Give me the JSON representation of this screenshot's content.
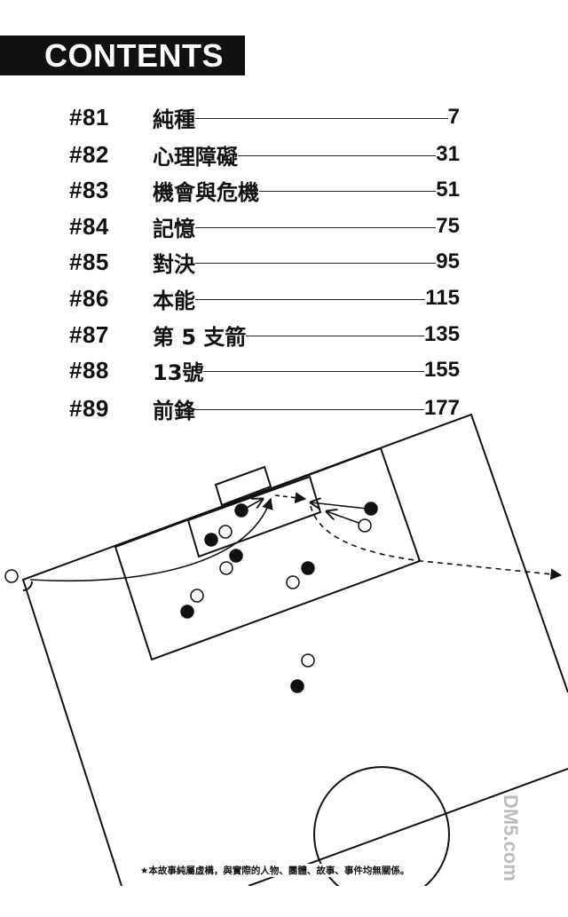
{
  "header": {
    "title": "CONTENTS"
  },
  "chapters": [
    {
      "num": "#81",
      "title": "純種",
      "page": "7"
    },
    {
      "num": "#82",
      "title": "心理障礙",
      "page": "31"
    },
    {
      "num": "#83",
      "title": "機會與危機",
      "page": "51"
    },
    {
      "num": "#84",
      "title": "記憶",
      "page": "75"
    },
    {
      "num": "#85",
      "title": "對決",
      "page": "95"
    },
    {
      "num": "#86",
      "title": "本能",
      "page": "115"
    },
    {
      "num": "#87",
      "title": "第 5 支箭",
      "page": "135"
    },
    {
      "num": "#88",
      "title": "13號",
      "page": "155"
    },
    {
      "num": "#89",
      "title": "前鋒",
      "page": "177"
    }
  ],
  "disclaimer": "★本故事純屬虛構，與實際的人物、團體、故事、事件均無關係。",
  "watermark": "DM5.com"
}
